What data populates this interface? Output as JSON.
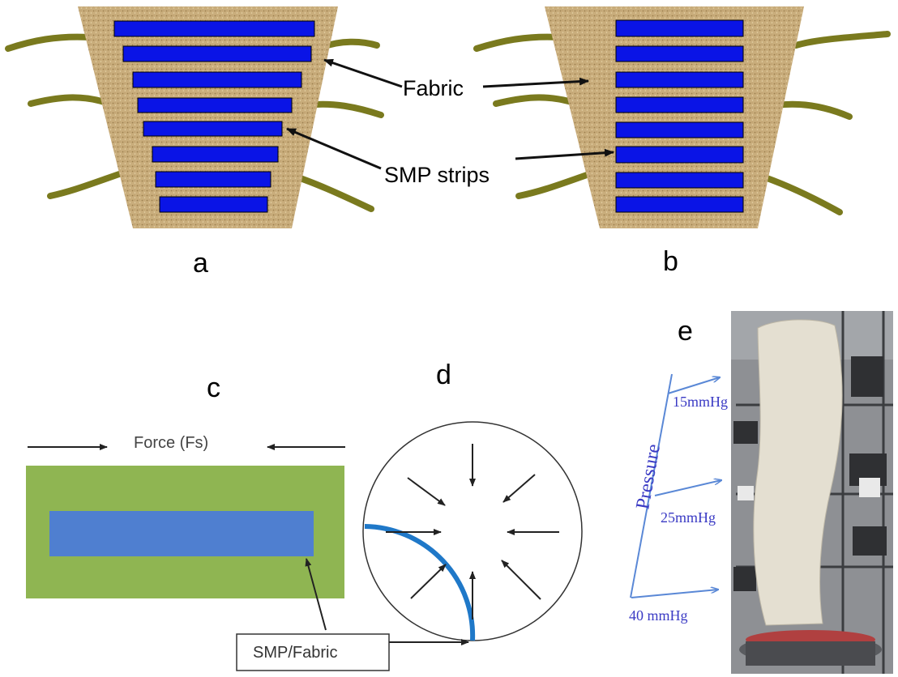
{
  "panels": {
    "a": {
      "letter": "a",
      "fabric_label": "Fabric",
      "strips_label": "SMP strips"
    },
    "b": {
      "letter": "b"
    },
    "c": {
      "letter": "c",
      "force_label": "Force (Fs)"
    },
    "d": {
      "letter": "d",
      "callout": "SMP/Fabric"
    },
    "e": {
      "letter": "e",
      "axis_label": "Pressure",
      "levels": [
        "15mmHg",
        "25mmHg",
        "40 mmHg"
      ]
    }
  },
  "colors": {
    "fabric": "#c9ad7c",
    "smp_strip": "#0a14e6",
    "tie": "#7a7a1e",
    "panel_c_bg": "#8fb552",
    "panel_c_strip": "#4f7fd0",
    "ring": "#1f78c8",
    "pressure_text": "#3a3ac4"
  }
}
